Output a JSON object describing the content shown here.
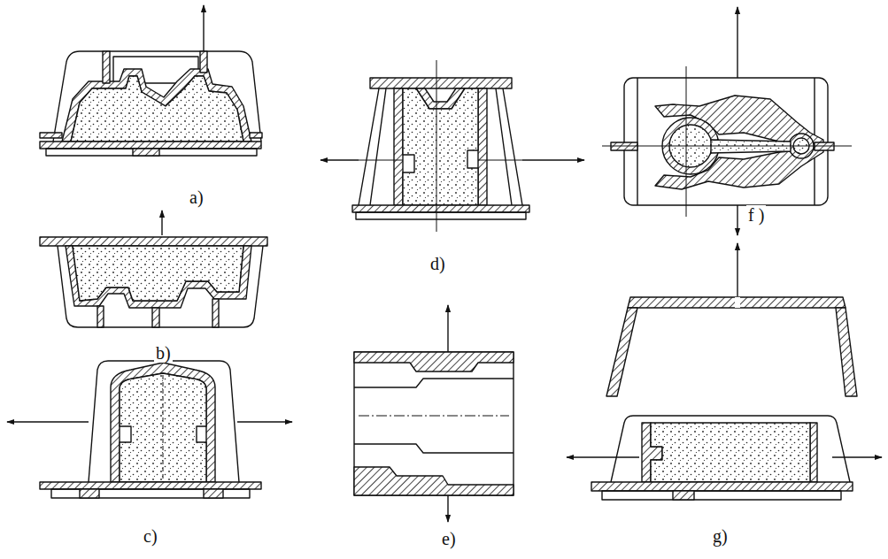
{
  "diagram": {
    "labels": [
      "a)",
      "b)",
      "c)",
      "d)",
      "e)",
      "f )",
      "g)"
    ]
  }
}
